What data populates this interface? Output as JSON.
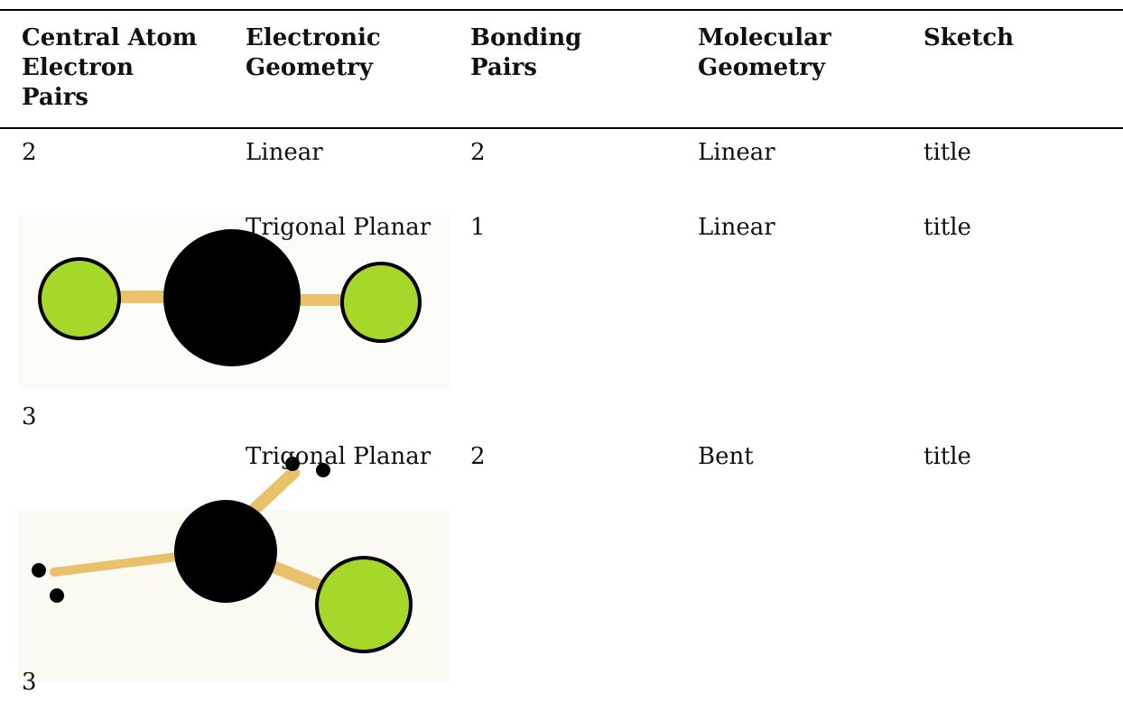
{
  "table": {
    "headers": [
      "Central Atom\nElectron\nPairs",
      "Electronic\nGeometry",
      "Bonding\nPairs",
      "Molecular\nGeometry",
      "Sketch"
    ],
    "rows": [
      {
        "electron_pairs": "2",
        "electronic_geometry": "Linear",
        "bonding_pairs": "2",
        "molecular_geometry": "Linear",
        "sketch": "title"
      },
      {
        "electron_pairs": "3",
        "electronic_geometry": "Trigonal Planar",
        "bonding_pairs": "1",
        "molecular_geometry": "Linear",
        "sketch": "title",
        "image_icon": "linear-molecule-icon"
      },
      {
        "electron_pairs": "3",
        "electronic_geometry": "Trigonal Planar",
        "bonding_pairs": "2",
        "molecular_geometry": "Bent",
        "sketch": "title",
        "image_icon": "bent-molecule-icon"
      }
    ]
  },
  "colors": {
    "outer_atom": "#a6d829",
    "central_atom": "#000000",
    "bond": "#e8c16a",
    "text": "#111111"
  }
}
